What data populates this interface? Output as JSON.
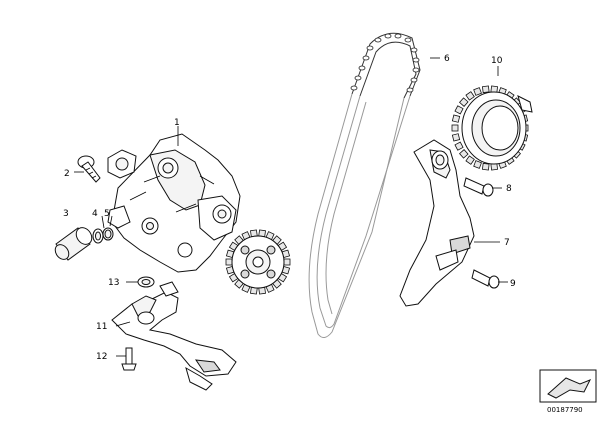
{
  "diagram": {
    "callouts": [
      "1",
      "2",
      "3",
      "4",
      "5",
      "6",
      "7",
      "8",
      "9",
      "10",
      "11",
      "12",
      "13"
    ],
    "catalog_number": "00187790"
  },
  "colors": {
    "line": "#111111",
    "background": "#ffffff",
    "shade": "#d9d9d9"
  },
  "icons": {
    "corner_badge": "arrow-icon"
  }
}
